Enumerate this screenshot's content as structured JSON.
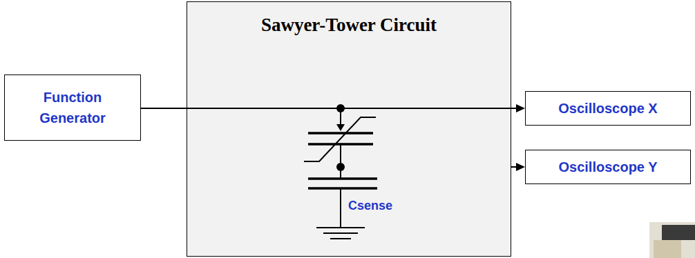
{
  "diagram": {
    "nodes": [
      {
        "text": [
          "Function Generator"
        ]
      },
      {
        "text": [
          "Sawyer-Tower Circuit"
        ]
      },
      {
        "text": [
          "Oscilloscope X"
        ]
      },
      {
        "text": [
          "Oscilloscope Y"
        ]
      }
    ],
    "edges": [
      {
        "from": 0,
        "to": 2,
        "arrow": "to"
      },
      {
        "from": 1,
        "to": 3,
        "arrow": "to"
      }
    ],
    "labels": [
      "Csense"
    ]
  }
}
